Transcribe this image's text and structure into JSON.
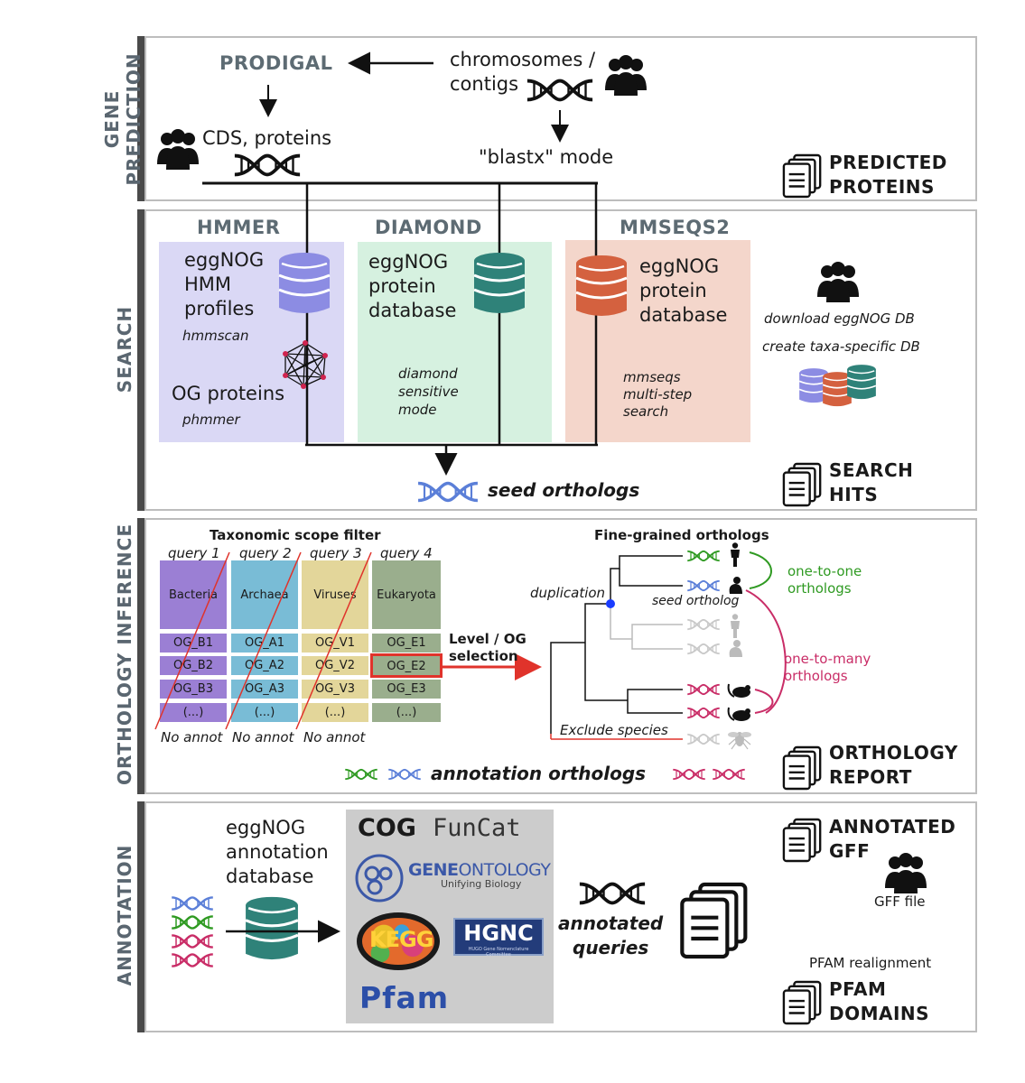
{
  "sections": {
    "gene_prediction": "GENE\nPREDICTION",
    "search": "SEARCH",
    "orthology": "ORTHOLOGY INFERENCE",
    "annotation": "ANNOTATION"
  },
  "gene_prediction": {
    "prodigal": "PRODIGAL",
    "chromosomes": "chromosomes /",
    "contigs": "contigs",
    "cds": "CDS, proteins",
    "blastx": "\"blastx\" mode",
    "output_1": "PREDICTED",
    "output_2": "PROTEINS"
  },
  "search": {
    "hmmer": "HMMER",
    "diamond": "DIAMOND",
    "mmseqs": "MMSEQS2",
    "hmm_1": "eggNOG",
    "hmm_2": "HMM",
    "hmm_3": "profiles",
    "hmmscan": "hmmscan",
    "og_proteins": "OG proteins",
    "phmmer": "phmmer",
    "dia_1": "eggNOG",
    "dia_2": "protein",
    "dia_3": "database",
    "dia_mode_1": "diamond",
    "dia_mode_2": "sensitive",
    "dia_mode_3": "mode",
    "mm_1": "eggNOG",
    "mm_2": "protein",
    "mm_3": "database",
    "mm_mode_1": "mmseqs",
    "mm_mode_2": "multi-step",
    "mm_mode_3": "search",
    "download": "download eggNOG DB",
    "create": "create taxa-specific DB",
    "seed": "seed orthologs",
    "output_1": "SEARCH",
    "output_2": "HITS"
  },
  "orthology": {
    "scope_title": "Taxonomic scope filter",
    "queries": [
      "query 1",
      "query 2",
      "query 3",
      "query 4"
    ],
    "kingdoms": [
      "Bacteria",
      "Archaea",
      "Viruses",
      "Eukaryota"
    ],
    "rows": [
      [
        "OG_B1",
        "OG_A1",
        "OG_V1",
        "OG_E1"
      ],
      [
        "OG_B2",
        "OG_A2",
        "OG_V2",
        "OG_E2"
      ],
      [
        "OG_B3",
        "OG_A3",
        "OG_V3",
        "OG_E3"
      ],
      [
        "(...)",
        "(...)",
        "(...)",
        "(...)"
      ]
    ],
    "no_annot": [
      "No annot",
      "No annot",
      "No annot"
    ],
    "level_1": "Level / OG",
    "level_2": "selection",
    "fine_title": "Fine-grained orthologs",
    "duplication": "duplication",
    "seed_ortholog": "seed ortholog",
    "one_to_one_1": "one-to-one",
    "one_to_one_2": "orthologs",
    "one_to_many_1": "one-to-many",
    "one_to_many_2": "orthologs",
    "exclude": "Exclude species",
    "annotation_orthologs": "annotation orthologs",
    "output_1": "ORTHOLOGY",
    "output_2": "REPORT",
    "colors": {
      "bacteria": "#9b7fd4",
      "archaea": "#79bcd6",
      "viruses": "#e3d69a",
      "eukaryota": "#9aae8d"
    }
  },
  "annotation": {
    "db_1": "eggNOG",
    "db_2": "annotation",
    "db_3": "database",
    "cog": "COG",
    "funcat": "FunCat",
    "gene": "GENE",
    "ontology": "ONTOLOGY",
    "unifying": "Unifying Biology",
    "kegg": "KEGG",
    "hgnc": "HGNC",
    "hgnc_sub": "HUGO Gene Nomenclature Committee",
    "pfam": "Pfam",
    "annotated": "annotated",
    "queries": "queries",
    "gff_1": "ANNOTATED",
    "gff_2": "GFF",
    "gff_file": "GFF file",
    "pfam_realign": "PFAM realignment",
    "pfam_1": "PFAM",
    "pfam_2": "DOMAINS"
  }
}
